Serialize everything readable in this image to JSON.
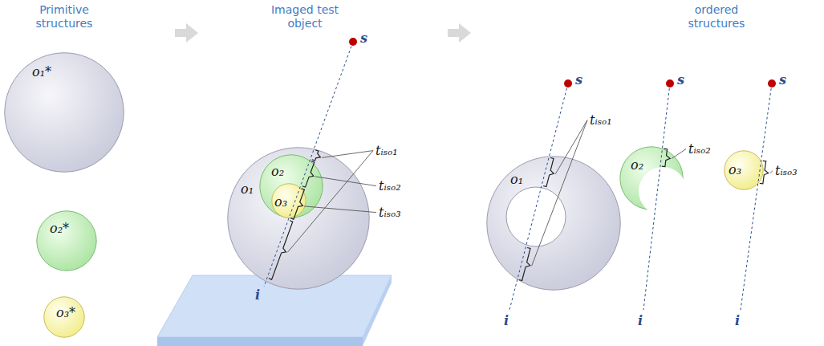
{
  "diagram": {
    "nodes": [
      {
        "text": [
          "o₁*"
        ]
      },
      {
        "text": [
          "o₂*"
        ]
      },
      {
        "text": [
          "o₃*"
        ]
      },
      {
        "text": [
          "o₁"
        ]
      },
      {
        "text": [
          "o₂"
        ],
        "in": 3
      },
      {
        "text": [
          "o₃"
        ],
        "in": 4
      },
      {
        "text": [
          "o₁"
        ]
      },
      {
        "text": [
          "o₂"
        ]
      },
      {
        "text": [
          "o₃"
        ]
      }
    ],
    "labels": [
      "Primitive structures",
      "Imaged test object",
      "ordered structures",
      "s",
      "tᵢₛₒ₁",
      "tᵢₛₒ₂",
      "tᵢₛₒ₃",
      "i",
      "s",
      "tᵢₛₒ₁",
      "s",
      "tᵢₛₒ₂",
      "s",
      "tᵢₛₒ₃",
      "i",
      "i",
      "i"
    ]
  }
}
